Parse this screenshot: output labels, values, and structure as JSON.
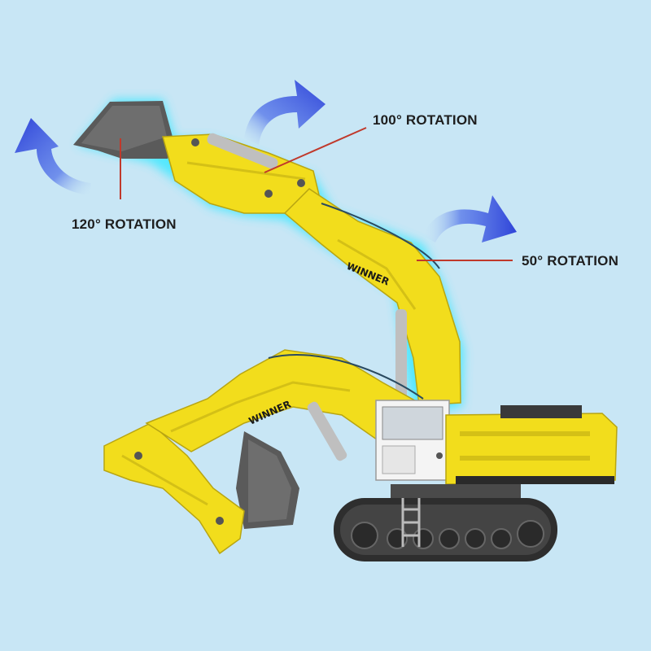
{
  "labels": {
    "bucket_rotation": "120° ROTATION",
    "arm_rotation": "100° ROTATION",
    "boom_rotation": "50° ROTATION"
  },
  "brand": {
    "upper_arm": "WINNER",
    "lower_arm": "WINNER"
  },
  "colors": {
    "background": "#c8e6f5",
    "arrow": "#2f44d8",
    "glow": "#40e8ff",
    "body_yellow": "#f2dd1c",
    "pointer_line": "#c0392b",
    "bucket": "#5a5a5a",
    "track": "#3a3a3a"
  }
}
